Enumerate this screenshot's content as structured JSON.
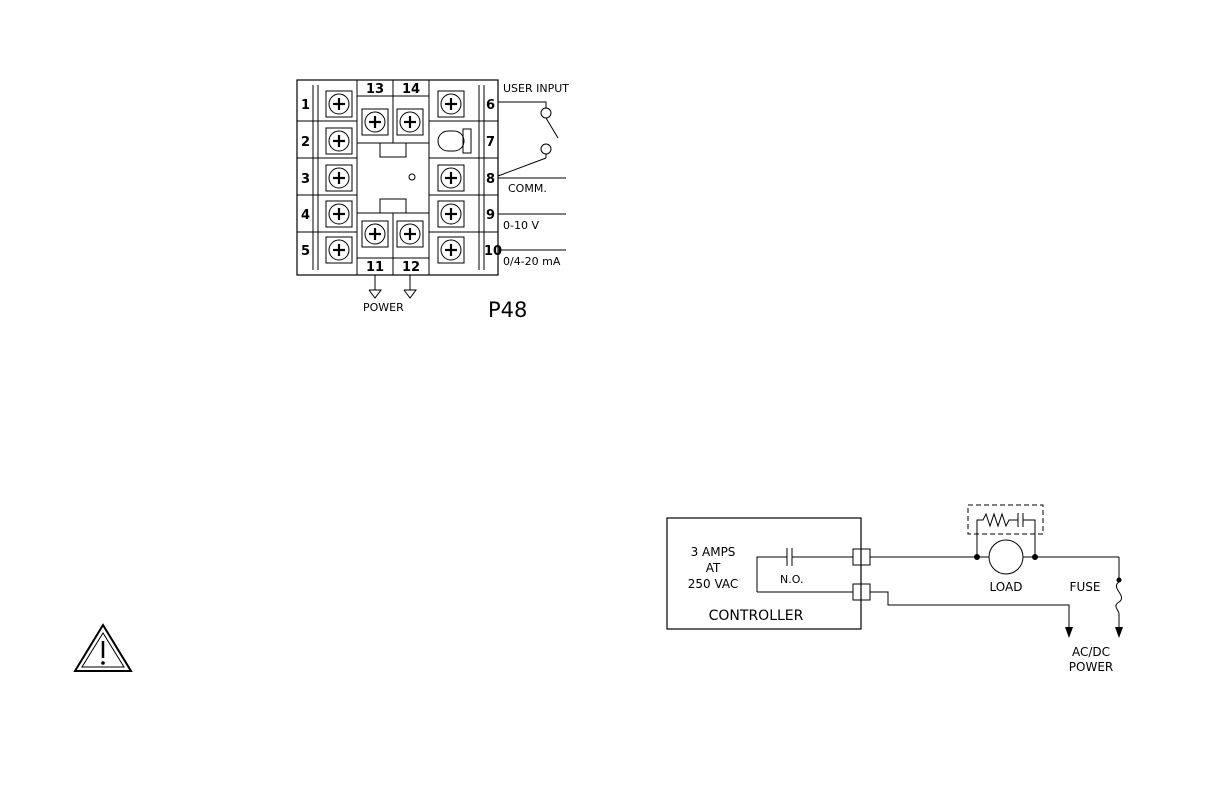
{
  "terminal_block": {
    "left_terminals": [
      "1",
      "2",
      "3",
      "4",
      "5"
    ],
    "top_terminals": [
      "13",
      "14"
    ],
    "bottom_terminals": [
      "11",
      "12"
    ],
    "right_terminals": [
      "6",
      "7",
      "8",
      "9",
      "10"
    ],
    "user_input_label": "USER INPUT",
    "comm_label": "COMM.",
    "voltage_label": "0-10 V",
    "current_label": "0/4-20 mA",
    "power_label": "POWER",
    "model_label": "P48"
  },
  "relay_circuit": {
    "rating_line1": "3 AMPS",
    "rating_line2": "AT",
    "rating_line3": "250 VAC",
    "contact_label": "N.O.",
    "controller_label": "CONTROLLER",
    "load_label": "LOAD",
    "fuse_label": "FUSE",
    "power_line1": "AC/DC",
    "power_line2": "POWER"
  },
  "warning": {
    "icon": "warning-triangle-icon"
  }
}
